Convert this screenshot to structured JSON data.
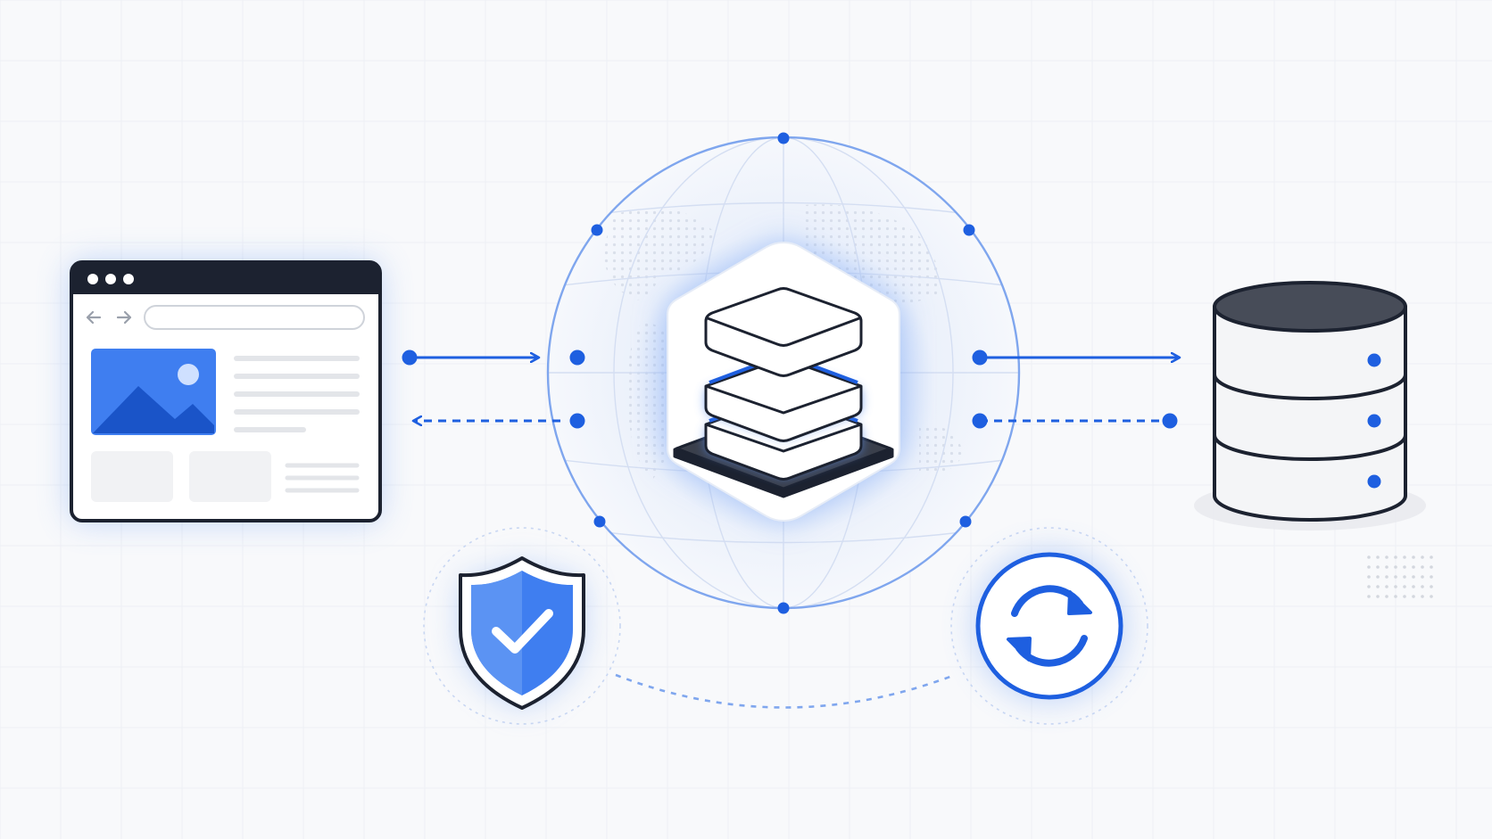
{
  "colors": {
    "background": "#f8f9fb",
    "grid": "#eef0f4",
    "accent": "#1e5fe0",
    "accent_light": "#5b8ff0",
    "accent_fill": "#3f7ef0",
    "dark": "#1c2230",
    "dark_top": "#3f4553",
    "panel": "#f1f2f4",
    "line_gray": "#e3e5e9",
    "globe_line": "#dde6f6"
  },
  "nodes": {
    "browser": {
      "icon": "browser-window-icon",
      "parts": [
        "window-dots",
        "back-arrow",
        "forward-arrow",
        "address-bar",
        "image-placeholder",
        "text-lines",
        "content-cards"
      ]
    },
    "hub": {
      "icon": "layered-stack-icon",
      "background": "globe-icon",
      "layers": 3
    },
    "database": {
      "icon": "database-cylinder-icon",
      "segments": 3
    },
    "security": {
      "icon": "shield-check-icon"
    },
    "sync": {
      "icon": "sync-arrows-icon"
    }
  },
  "connections": [
    {
      "from": "browser",
      "to": "hub",
      "style": "solid",
      "direction": "to-hub"
    },
    {
      "from": "hub",
      "to": "browser",
      "style": "dashed",
      "direction": "to-browser"
    },
    {
      "from": "hub",
      "to": "database",
      "style": "solid",
      "direction": "to-database"
    },
    {
      "from": "database",
      "to": "hub",
      "style": "dashed",
      "direction": "none"
    },
    {
      "from": "security",
      "to": "sync",
      "style": "dotted-arc",
      "direction": "none"
    }
  ]
}
